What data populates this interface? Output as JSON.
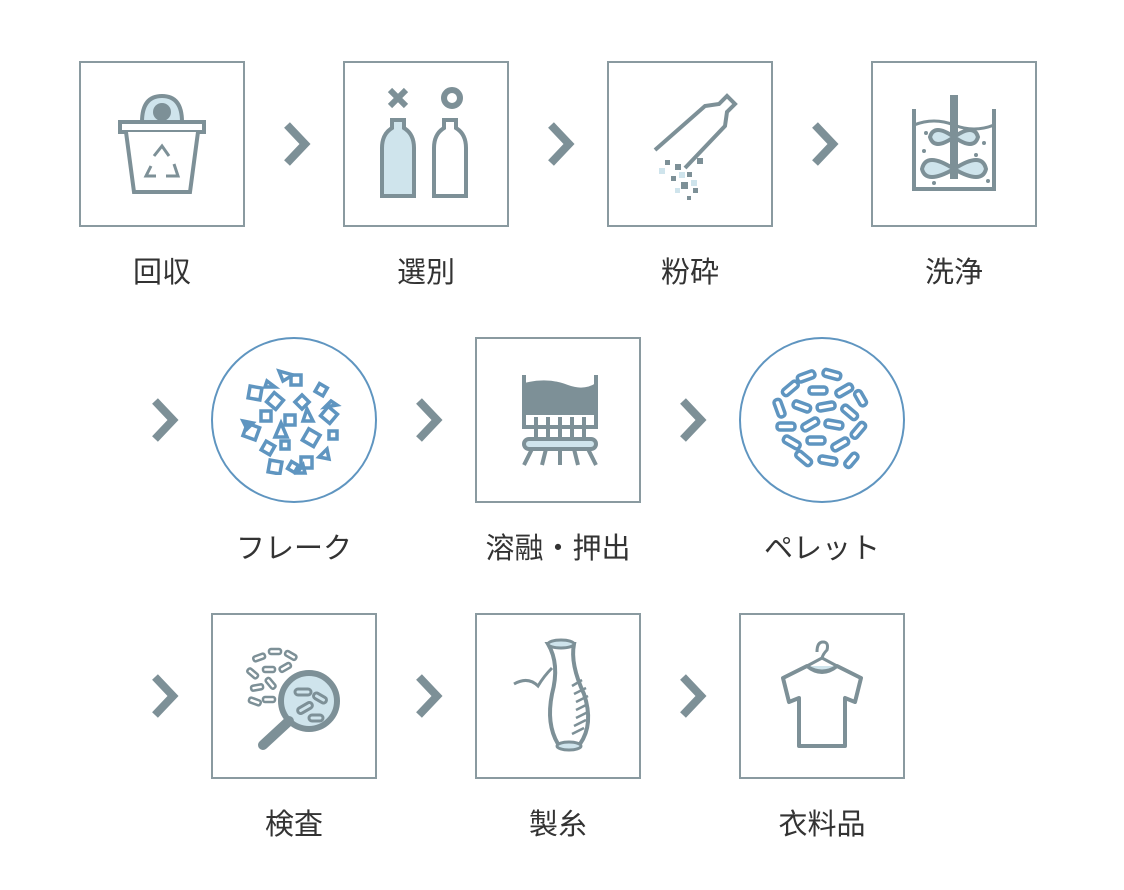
{
  "colors": {
    "icon_gray": "#7d9097",
    "frame_gray": "#8a9aa0",
    "flake_blue": "#5f95c0",
    "light_blue": "#cfe4ec"
  },
  "steps": [
    {
      "label": "回収",
      "icon": "recycle-bin-icon"
    },
    {
      "label": "選別",
      "icon": "bottle-sorting-icon"
    },
    {
      "label": "粉砕",
      "icon": "crushing-bottle-icon"
    },
    {
      "label": "洗浄",
      "icon": "washing-tank-icon"
    },
    {
      "label": "フレーク",
      "icon": "flakes-icon"
    },
    {
      "label": "溶融・押出",
      "icon": "melt-extrusion-icon"
    },
    {
      "label": "ペレット",
      "icon": "pellets-icon"
    },
    {
      "label": "検査",
      "icon": "magnifier-inspection-icon"
    },
    {
      "label": "製糸",
      "icon": "yarn-spool-icon"
    },
    {
      "label": "衣料品",
      "icon": "tshirt-hanger-icon"
    }
  ]
}
